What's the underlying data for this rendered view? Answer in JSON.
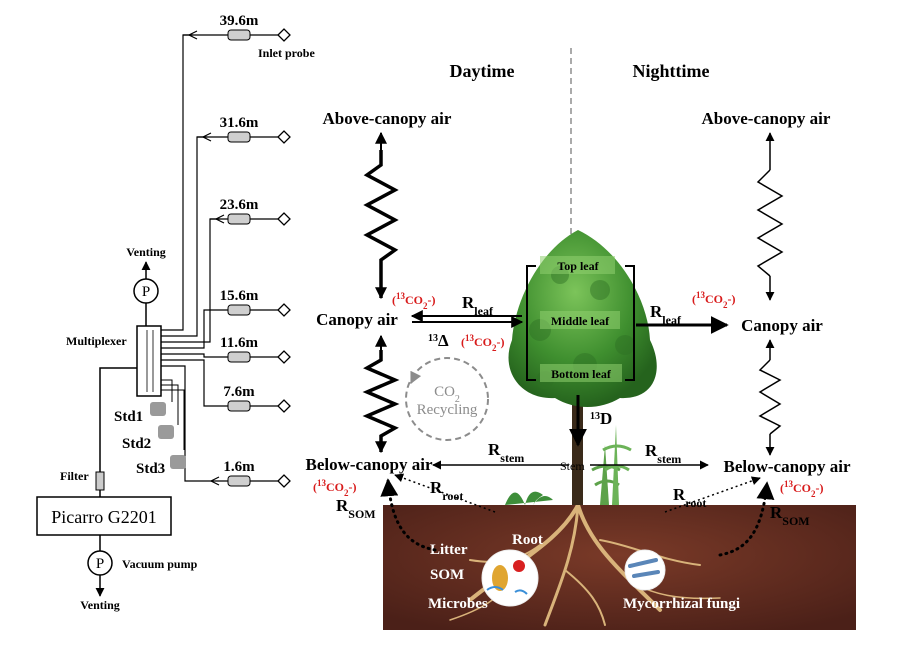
{
  "system": {
    "analyzer": "Picarro G2201",
    "pump": "P",
    "vacuum_pump": "Vacuum pump",
    "venting_top": "Venting",
    "venting_bottom": "Venting",
    "multiplexer": "Multiplexer",
    "filter": "Filter",
    "inlet_probe": "Inlet probe",
    "heights": [
      "39.6m",
      "31.6m",
      "23.6m",
      "15.6m",
      "11.6m",
      "7.6m",
      "1.6m"
    ],
    "standards": [
      "Std1",
      "Std2",
      "Std3"
    ]
  },
  "sections": {
    "day": "Daytime",
    "night": "Nighttime"
  },
  "air": {
    "above_day": "Above-canopy air",
    "above_night": "Above-canopy air",
    "canopy_day": "Canopy air",
    "canopy_night": "Canopy air",
    "below_day": "Below-canopy air",
    "below_night": "Below-canopy air"
  },
  "isotope": {
    "open": "(",
    "sup": "13",
    "mid": "CO",
    "sub": "2",
    "close": "-)",
    "delta_sup": "13",
    "delta": "Δ",
    "d_sup": "13",
    "d": "D"
  },
  "fluxes": {
    "R": "R",
    "leaf": "leaf",
    "stem": "stem",
    "root": "root",
    "som": "SOM"
  },
  "tree": {
    "top_leaf": "Top leaf",
    "middle_leaf": "Middle leaf",
    "bottom_leaf": "Bottom leaf",
    "stem": "Stem"
  },
  "recycling": {
    "line1": "CO",
    "line1_sub": "2",
    "line2": "Recycling"
  },
  "soil": {
    "litter": "Litter",
    "som": "SOM",
    "microbes": "Microbes",
    "root": "Root",
    "fungi": "Mycorrhizal fungi"
  },
  "colors": {
    "isotope_red": "#d81b1b",
    "soil": "#5a2a1c",
    "foliage": "#3f8f2f",
    "recycling_gray": "#8c8c8c",
    "trunk": "#3a2a1a"
  }
}
